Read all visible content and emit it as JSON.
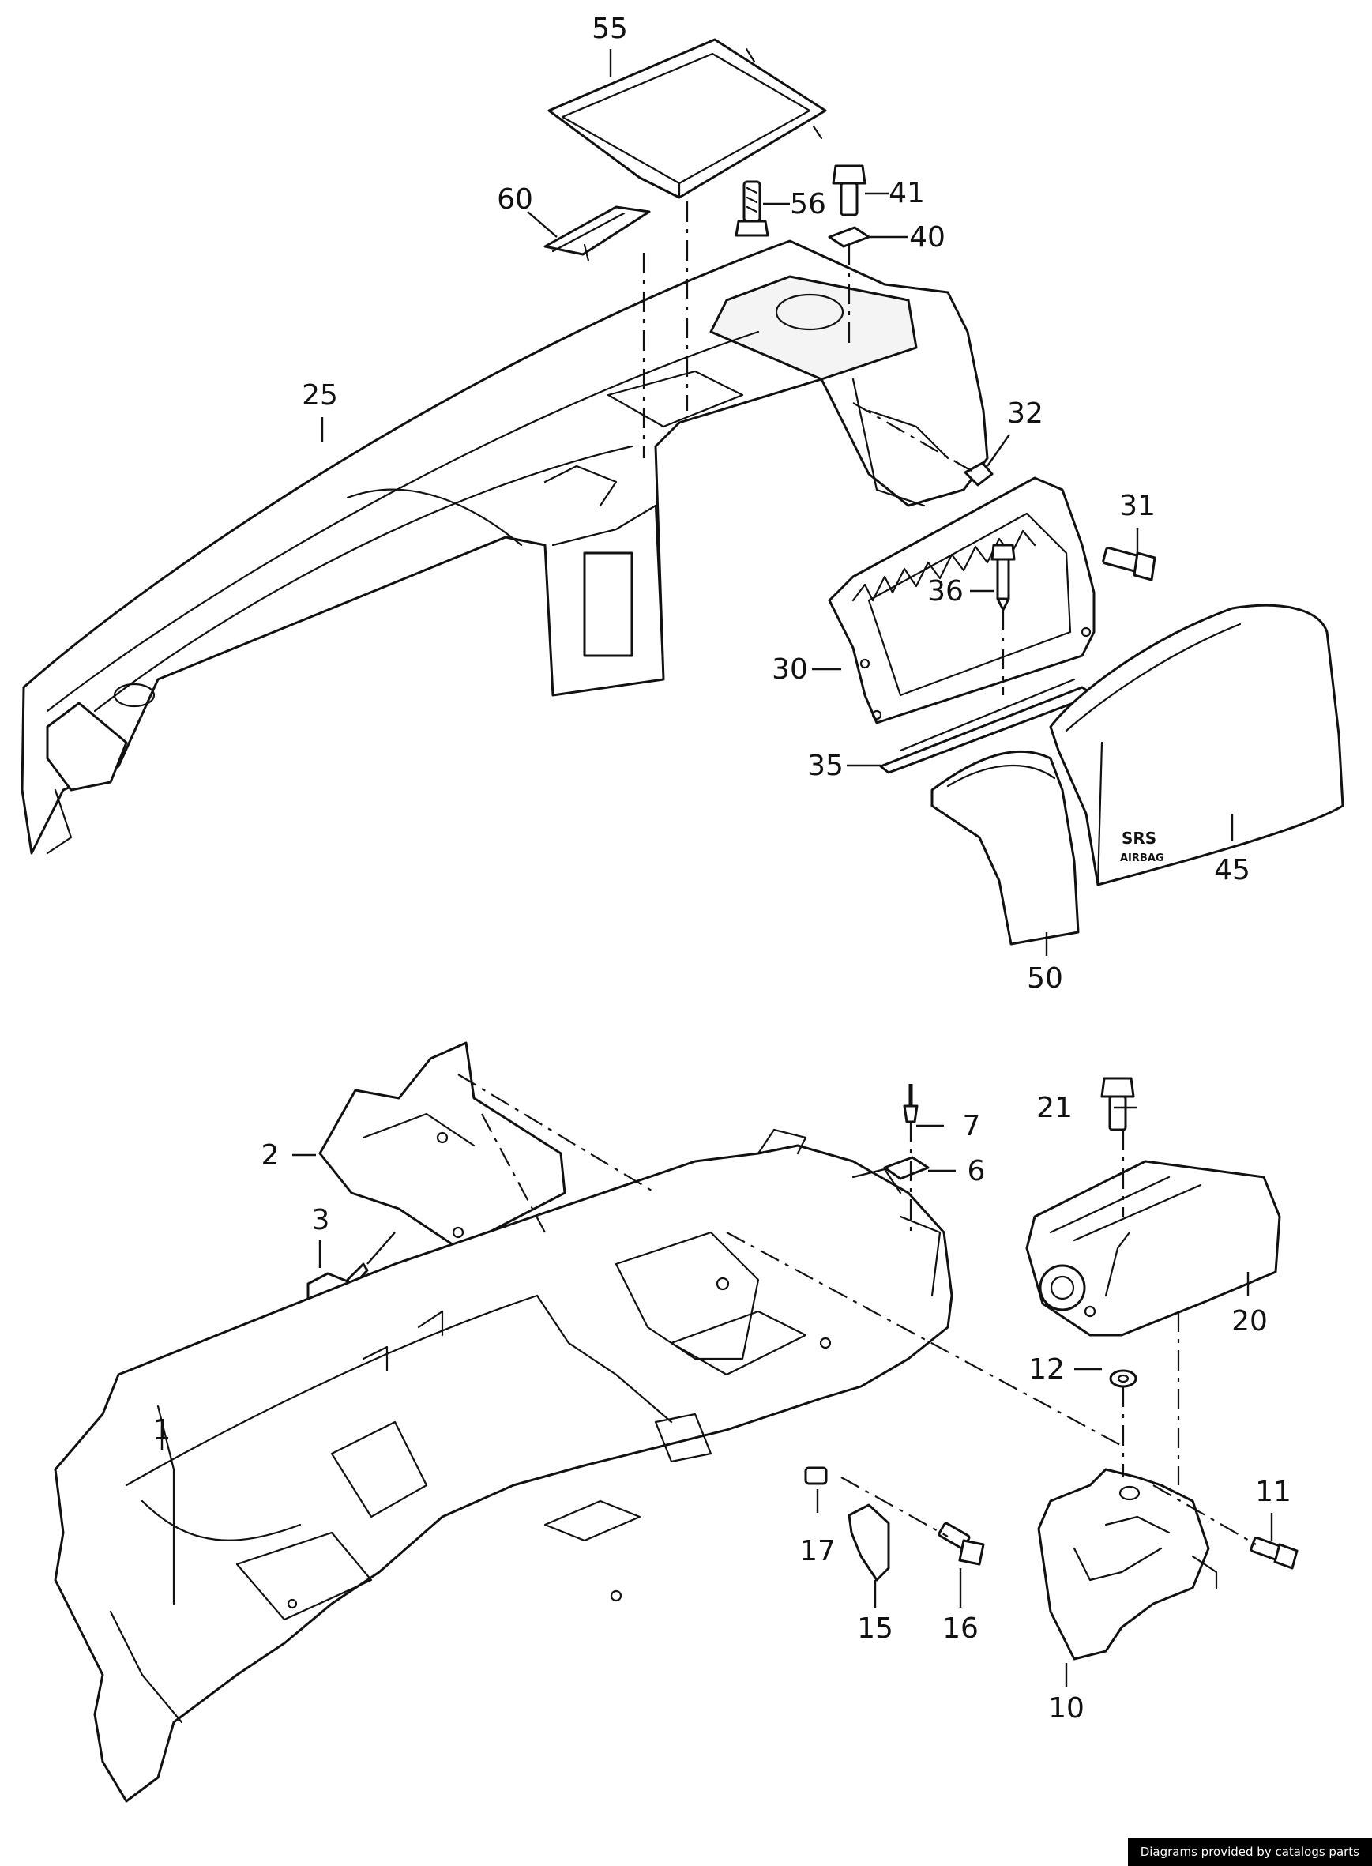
{
  "diagram": {
    "callouts": {
      "c1": "1",
      "c2": "2",
      "c3": "3",
      "c6": "6",
      "c7": "7",
      "c10": "10",
      "c11": "11",
      "c12": "12",
      "c15": "15",
      "c16": "16",
      "c17": "17",
      "c20": "20",
      "c21": "21",
      "c25": "25",
      "c30": "30",
      "c31": "31",
      "c32": "32",
      "c35": "35",
      "c36": "36",
      "c40": "40",
      "c41": "41",
      "c45": "45",
      "c50": "50",
      "c55": "55",
      "c56": "56",
      "c60": "60"
    },
    "airbag_badge": {
      "line1": "SRS",
      "line2": "AIRBAG"
    }
  },
  "footer": {
    "credit": "Diagrams provided by catalogs parts"
  }
}
